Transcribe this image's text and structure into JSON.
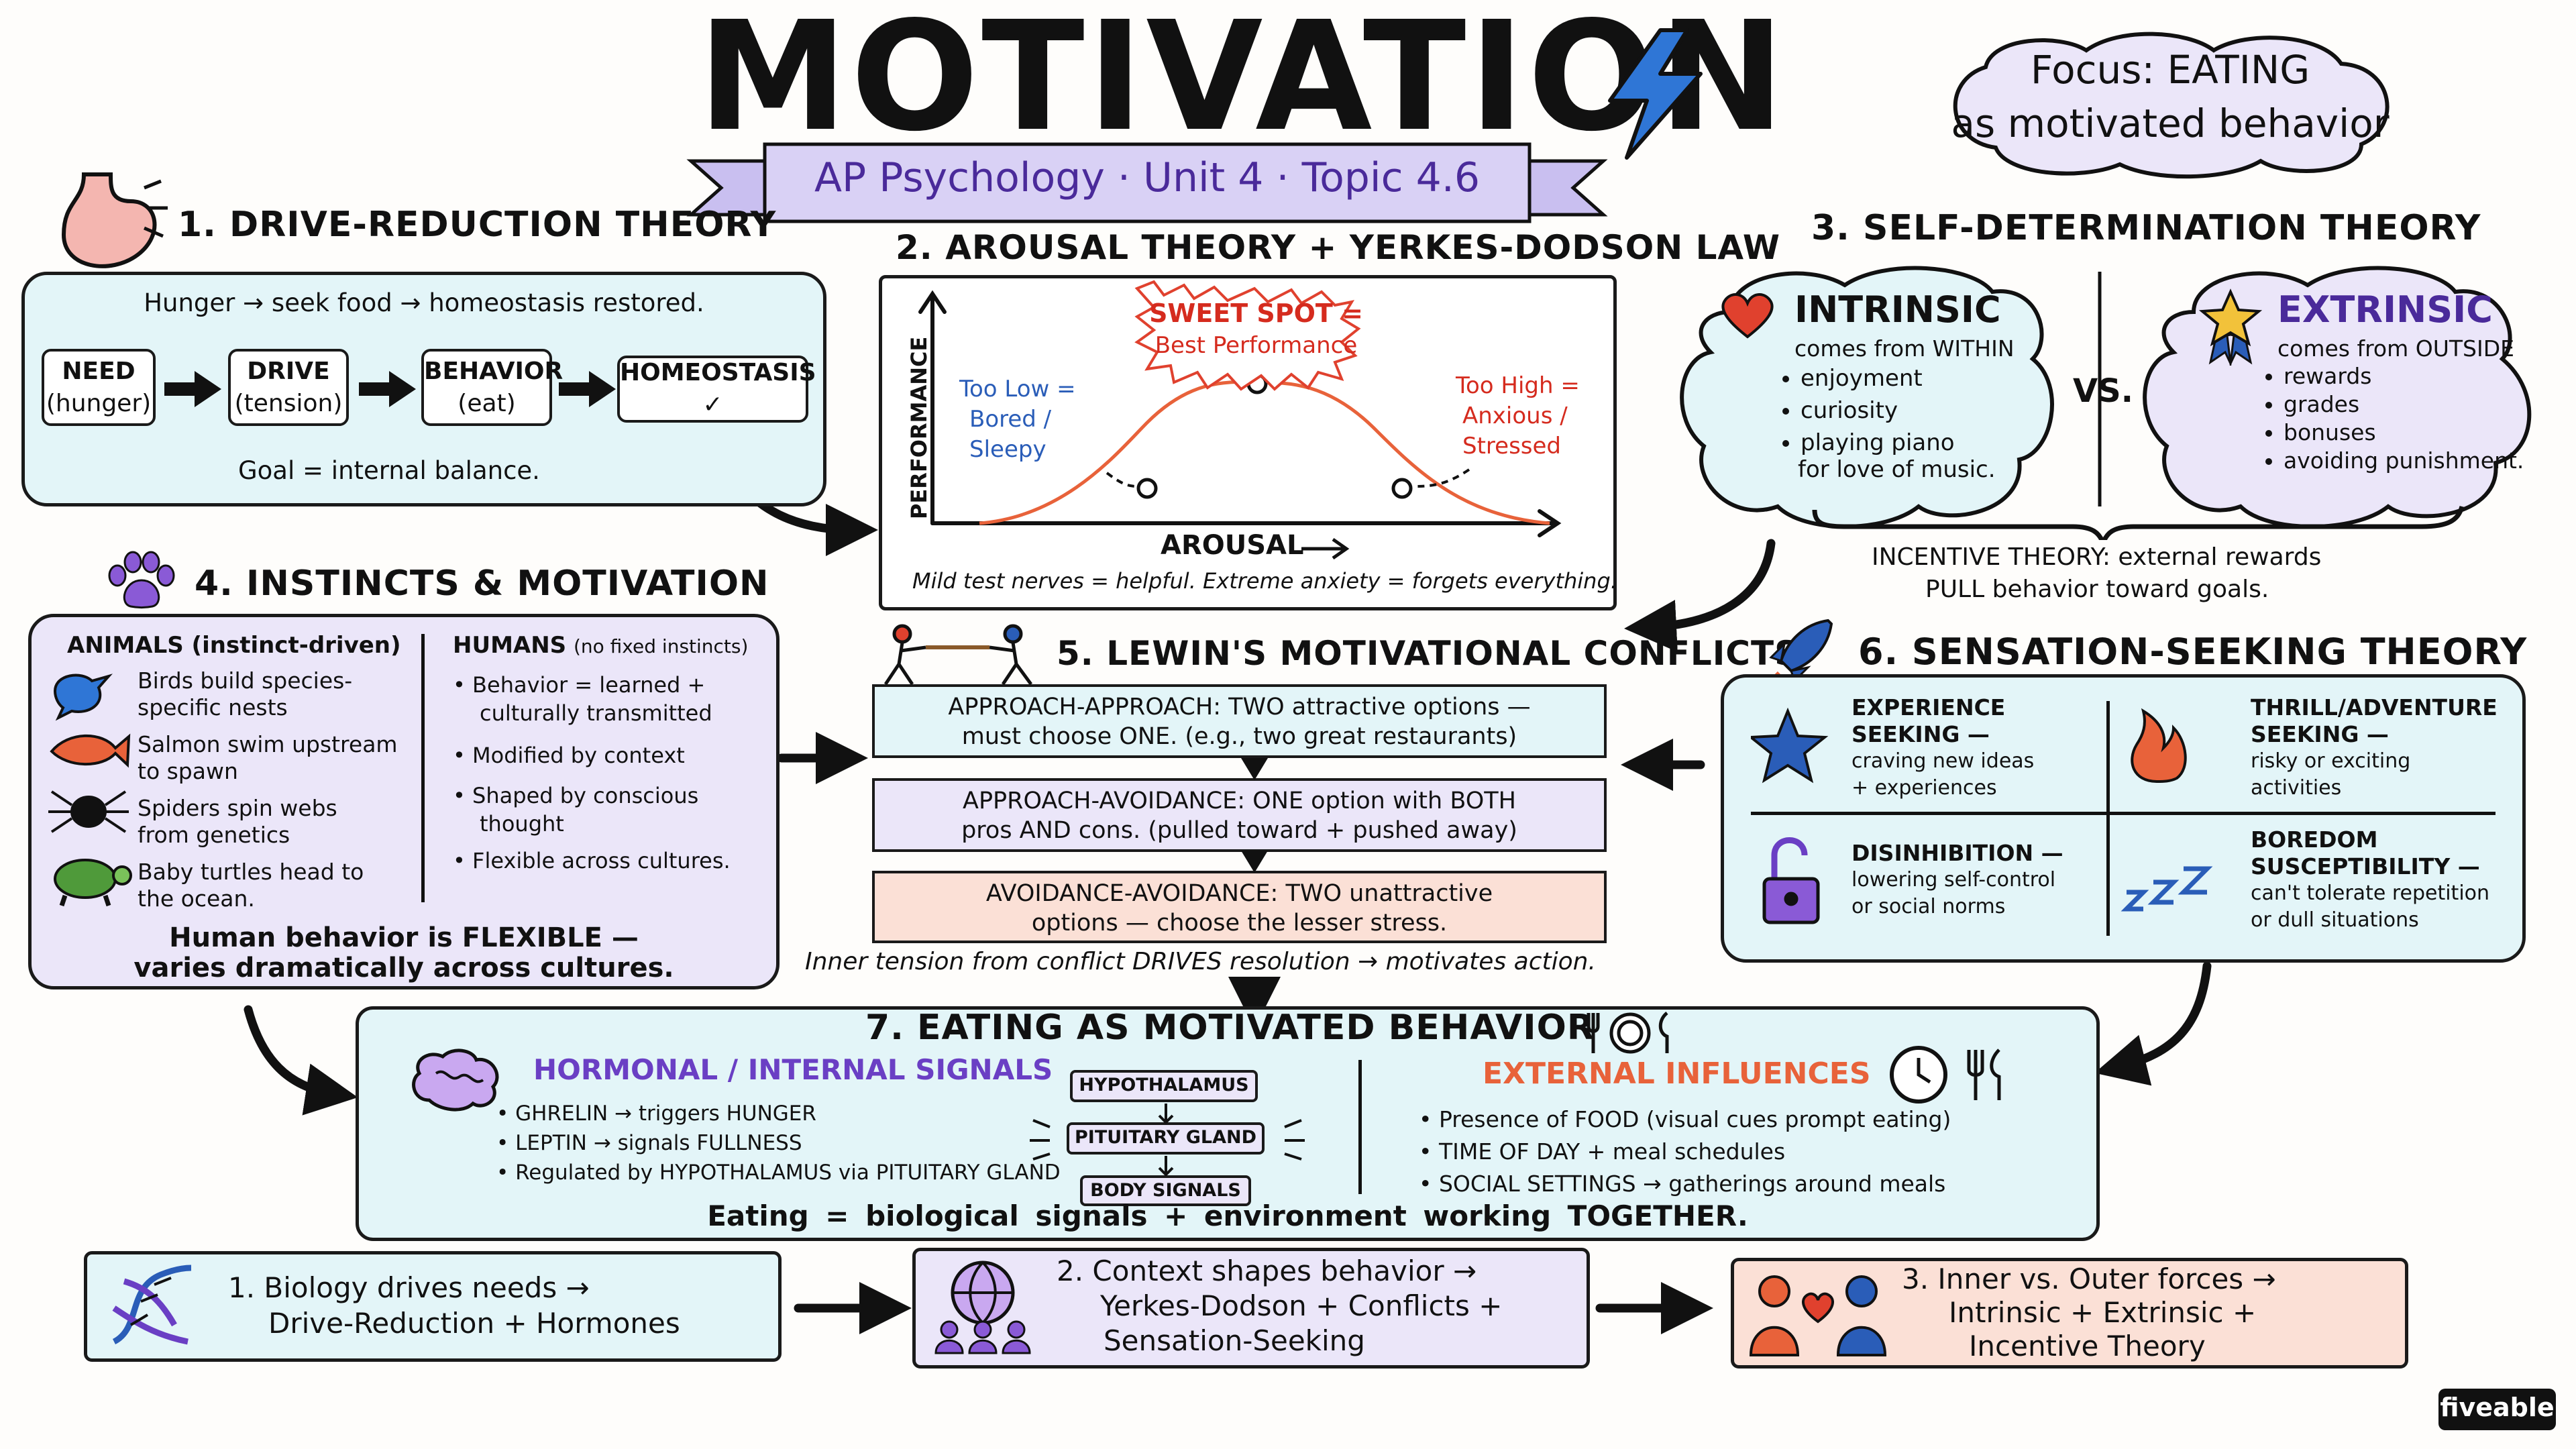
{
  "title": "MOTIVATION",
  "subtitle": "AP Psychology · Unit 4 · Topic 4.6",
  "focus": {
    "line1": "Focus: EATING",
    "line2": "as motivated behavior"
  },
  "drive": {
    "heading": "1. DRIVE-REDUCTION THEORY",
    "summary": "Hunger → seek food → homeostasis restored.",
    "steps": [
      {
        "line1": "NEED",
        "line2": "(hunger)"
      },
      {
        "line1": "DRIVE",
        "line2": "(tension)"
      },
      {
        "line1": "BEHAVIOR",
        "line2": "(eat)"
      },
      {
        "line1": "HOMEOSTASIS ✓",
        "line2": ""
      }
    ],
    "goal": "Goal = internal balance."
  },
  "arousal": {
    "heading": "2. AROUSAL THEORY + YERKES-DODSON LAW",
    "sweet1": "SWEET SPOT =",
    "sweet2": "Best Performance",
    "low1": "Too Low =",
    "low2": "Bored /",
    "low3": "Sleepy",
    "high1": "Too High =",
    "high2": "Anxious /",
    "high3": "Stressed",
    "ylabel": "PERFORMANCE",
    "xlabel": "AROUSAL",
    "caption": "Mild test nerves = helpful. Extreme anxiety = forgets everything."
  },
  "sdt": {
    "heading": "3. SELF-DETERMINATION THEORY",
    "intrinsic": {
      "title": "INTRINSIC",
      "sub": "comes from WITHIN",
      "items": [
        "enjoyment",
        "curiosity",
        "playing piano"
      ],
      "extra": "for love of music."
    },
    "vs": "VS.",
    "extrinsic": {
      "title": "EXTRINSIC",
      "sub": "comes from OUTSIDE",
      "items": [
        "rewards",
        "grades",
        "bonuses",
        "avoiding punishment."
      ]
    },
    "incentive1": "INCENTIVE THEORY: external rewards",
    "incentive2": "PULL behavior toward goals."
  },
  "instincts": {
    "heading": "4. INSTINCTS & MOTIVATION",
    "animals_title": "ANIMALS (instinct-driven)",
    "animals": [
      {
        "l1": "Birds build species-",
        "l2": "specific nests",
        "icon": "bird-icon"
      },
      {
        "l1": "Salmon swim upstream",
        "l2": "to spawn",
        "icon": "fish-icon"
      },
      {
        "l1": "Spiders spin webs",
        "l2": "from genetics",
        "icon": "spider-icon"
      },
      {
        "l1": "Baby turtles head to",
        "l2": "the ocean.",
        "icon": "turtle-icon"
      }
    ],
    "humans_title": "HUMANS",
    "humans_note": "(no fixed instincts)",
    "humans": [
      {
        "l1": "Behavior = learned +",
        "l2": "culturally transmitted"
      },
      {
        "l1": "Modified by context",
        "l2": ""
      },
      {
        "l1": "Shaped by conscious",
        "l2": "thought"
      },
      {
        "l1": "Flexible across cultures.",
        "l2": ""
      }
    ],
    "footer1": "Human behavior is FLEXIBLE —",
    "footer2": "varies dramatically across cultures."
  },
  "lewin": {
    "heading": "5. LEWIN'S MOTIVATIONAL CONFLICTS",
    "conflicts": [
      {
        "l1": "APPROACH-APPROACH: TWO attractive options —",
        "l2": "must choose ONE. (e.g., two great restaurants)"
      },
      {
        "l1": "APPROACH-AVOIDANCE: ONE option with BOTH",
        "l2": "pros AND cons. (pulled toward + pushed away)"
      },
      {
        "l1": "AVOIDANCE-AVOIDANCE: TWO unattractive",
        "l2": "options — choose the lesser stress."
      }
    ],
    "footer": "Inner tension from conflict DRIVES resolution → motivates action."
  },
  "sensation": {
    "heading": "6. SENSATION-SEEKING THEORY",
    "cells": [
      {
        "l1": "EXPERIENCE",
        "l2": "SEEKING —",
        "l3": "craving new ideas",
        "l4": "+ experiences"
      },
      {
        "l1": "THRILL/ADVENTURE",
        "l2": "SEEKING —",
        "l3": "risky or exciting",
        "l4": "activities"
      },
      {
        "l1": "DISINHIBITION —",
        "l2": "",
        "l3": "lowering self-control",
        "l4": "or social norms"
      },
      {
        "l1": "BOREDOM",
        "l2": "SUSCEPTIBILITY —",
        "l3": "can't tolerate repetition",
        "l4": "or dull situations"
      }
    ]
  },
  "eating": {
    "heading": "7. EATING AS MOTIVATED BEHAVIOR",
    "hormonal_title": "HORMONAL / INTERNAL SIGNALS",
    "hormonal": [
      "GHRELIN → triggers HUNGER",
      "LEPTIN → signals FULLNESS",
      "Regulated by HYPOTHALAMUS via PITUITARY GLAND"
    ],
    "chain": [
      "HYPOTHALAMUS",
      "PITUITARY GLAND",
      "BODY SIGNALS"
    ],
    "external_title": "EXTERNAL INFLUENCES",
    "external": [
      "Presence of FOOD (visual cues prompt eating)",
      "TIME OF DAY + meal schedules",
      "SOCIAL SETTINGS → gatherings around meals"
    ],
    "footer": "Eating = biological signals + environment working TOGETHER."
  },
  "summary": [
    {
      "l1": "1. Biology drives needs →",
      "l2": "Drive-Reduction + Hormones",
      "l3": ""
    },
    {
      "l1": "2. Context shapes behavior →",
      "l2": "Yerkes-Dodson + Conflicts +",
      "l3": "Sensation-Seeking"
    },
    {
      "l1": "3. Inner vs. Outer forces →",
      "l2": "Intrinsic + Extrinsic +",
      "l3": "Incentive Theory"
    }
  ],
  "brand": "fiveable",
  "colors": {
    "cyan": "#e3f5f8",
    "lavender": "#ebe6f9",
    "peach": "#fbe0d6",
    "red": "#e0412e",
    "purple": "#6a3fc4",
    "orange": "#e8623a",
    "blue": "#2a5db8"
  }
}
